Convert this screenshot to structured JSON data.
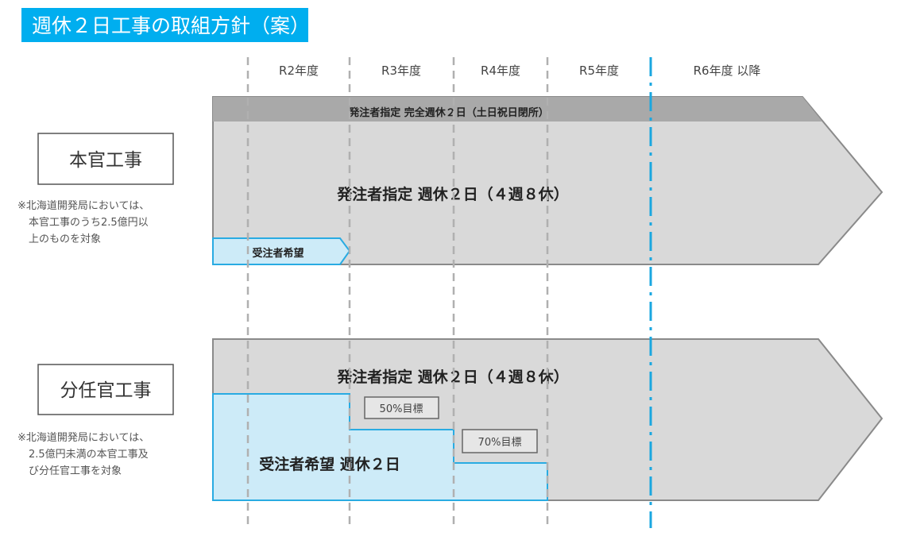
{
  "title": "週休２日工事の取組方針（案）",
  "years": [
    "R2年度",
    "R3年度",
    "R4年度",
    "R5年度",
    "R6年度 以降"
  ],
  "honkan": {
    "label": "本官工事",
    "note": [
      "※北海道開発局においては、",
      "本官工事のうち2.5億円以",
      "上のものを対象"
    ],
    "band": "発注者指定 完全週休２日（土日祝日閉所）",
    "main": "発注者指定 週休２日（４週８休）",
    "contractor": "受注者希望"
  },
  "bunnin": {
    "label": "分任官工事",
    "note": [
      "※北海道開発局においては、",
      "2.5億円未満の本官工事及",
      "び分任官工事を対象"
    ],
    "main": "発注者指定 週休２日（４週８休）",
    "contractor": "受注者希望 週休２日",
    "target1": "50%目標",
    "target2": "70%目標"
  },
  "colors": {
    "accent": "#00aeef",
    "gray": "#d9d9d9",
    "dark": "#a9a9a9",
    "blue": "#cdebf8",
    "blueStroke": "#29abe2"
  }
}
